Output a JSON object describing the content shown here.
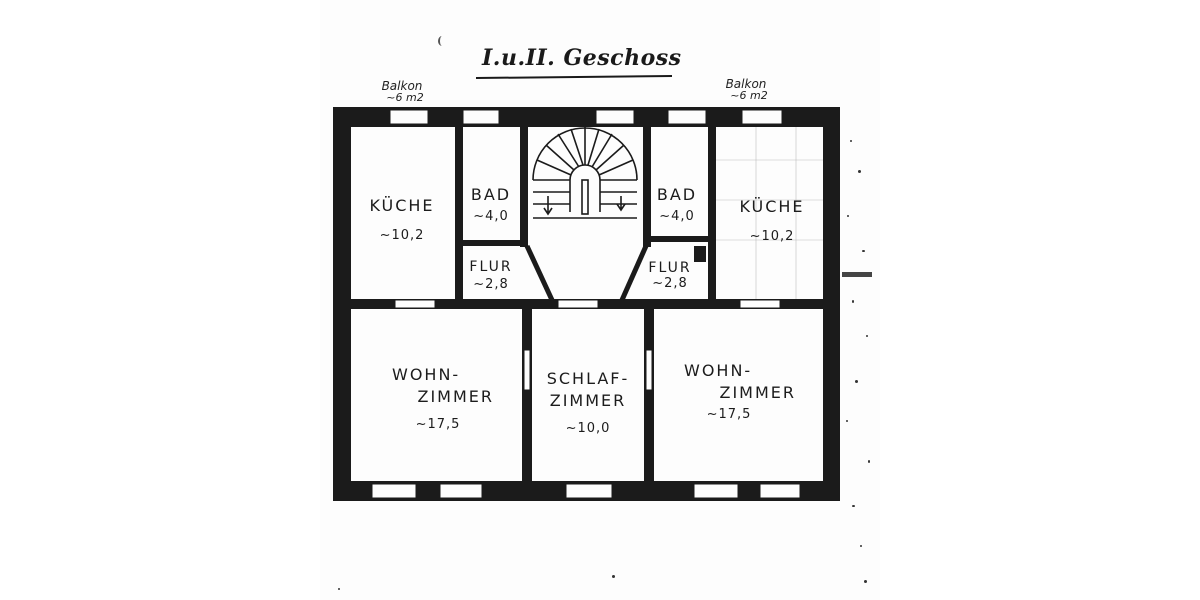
{
  "title": "I.u.II. Geschoss",
  "balconies": [
    {
      "label": "Balkon",
      "size": "~6 m2"
    },
    {
      "label": "Balkon",
      "size": "~6 m2"
    }
  ],
  "rooms": {
    "kueche_left": {
      "name": "KÜCHE",
      "area": "~10,2"
    },
    "bad_left": {
      "name": "BAD",
      "area": "~4,0"
    },
    "flur_left": {
      "name": "FLUR",
      "area": "~2,8"
    },
    "bad_right": {
      "name": "BAD",
      "area": "~4,0"
    },
    "kueche_right": {
      "name": "KÜCHE",
      "area": "~10,2"
    },
    "flur_right": {
      "name": "FLUR",
      "area": "~2,8"
    },
    "wohn_left": {
      "name_line1": "WOHN-",
      "name_line2": "ZIMMER",
      "area": "~17,5"
    },
    "schlaf": {
      "name_line1": "SCHLAF-",
      "name_line2": "ZIMMER",
      "area": "~10,0"
    },
    "wohn_right": {
      "name_line1": "WOHN-",
      "name_line2": "ZIMMER",
      "area": "~17,5"
    }
  },
  "colors": {
    "wall": "#1b1b1b",
    "paper": "#fdfdfd",
    "ink": "#1c1c1c"
  }
}
